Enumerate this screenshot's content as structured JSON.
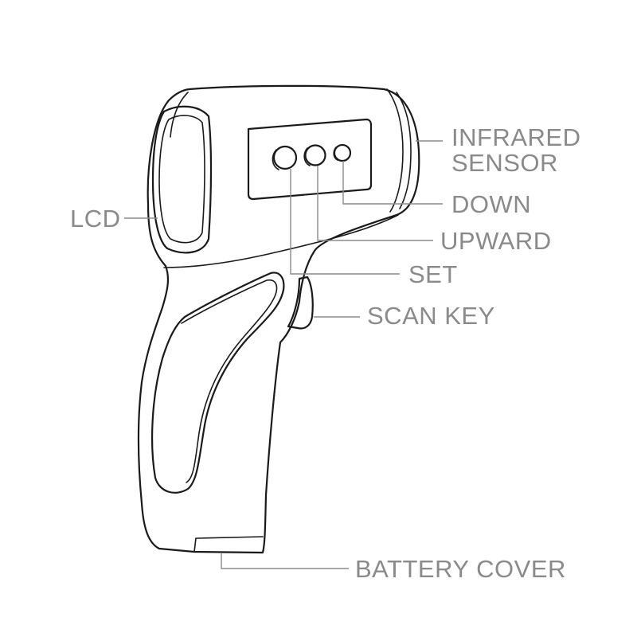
{
  "colors": {
    "outline": "#1a1a1a",
    "leader_line": "#8c8c8c",
    "label_text": "#8a8a8a",
    "background": "#ffffff"
  },
  "labels": {
    "infrared_sensor_line1": "INFRARED",
    "infrared_sensor_line2": "SENSOR",
    "down": "DOWN",
    "upward": "UPWARD",
    "set": "SET",
    "scan_key": "SCAN KEY",
    "lcd": "LCD",
    "battery_cover": "BATTERY COVER"
  }
}
